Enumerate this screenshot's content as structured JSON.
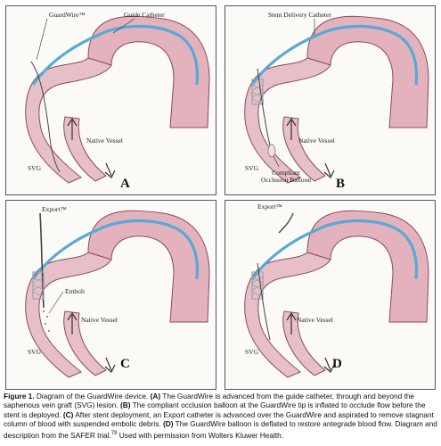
{
  "panels": {
    "a": {
      "letter": "A",
      "labels": {
        "guidewire": "GuardWire™",
        "guide_catheter": "Guide Catheter",
        "native_vessel": "Native Vessel",
        "svg": "SVG"
      }
    },
    "b": {
      "letter": "B",
      "labels": {
        "stent_delivery_catheter": "Stent Delivery Catheter",
        "native_vessel": "Native Vessel",
        "svg": "SVG",
        "occlusion_balloon": "Compliant\nOcclusion Balloon"
      }
    },
    "c": {
      "letter": "C",
      "labels": {
        "export": "Export™",
        "emboli": "Emboli",
        "native_vessel": "Native Vessel",
        "svg": "SVG"
      }
    },
    "d": {
      "letter": "D",
      "labels": {
        "export": "Export™",
        "native_vessel": "Native Vessel",
        "svg": "SVG"
      }
    }
  },
  "caption": {
    "figure_label": "Figure 1.",
    "intro": " Diagram of the GuardWire device. ",
    "a_tag": "(A)",
    "a_text": " The GuardWire is advanced from the guide catheter, through and beyond the saphenous vein graft (SVG) lesion. ",
    "b_tag": "(B)",
    "b_text": " The compliant occlusion balloon at the GuardWire tip is inflated to occlude flow before the stent is deployed. ",
    "c_tag": "(C)",
    "c_text": " After stent deployment, an Export catheter is advanced over the GuardWire and aspirated to remove stagnant column of blood with suspended embolic debris. ",
    "d_tag": "(D)",
    "d_text": " The GuardWire balloon is deflated to restore antegrade blood flow. Diagram and description from the SAFER trial.",
    "ref": "79",
    "end": " Used with permission from Wolters Kluwer Health."
  },
  "colors": {
    "aorta": "#e3b2bd",
    "aorta_edge": "#8a4a5a",
    "catheter": "#58a9d6",
    "vessel": "#e7bfc8",
    "wire": "#444444",
    "stent": "#9aa3ad"
  }
}
